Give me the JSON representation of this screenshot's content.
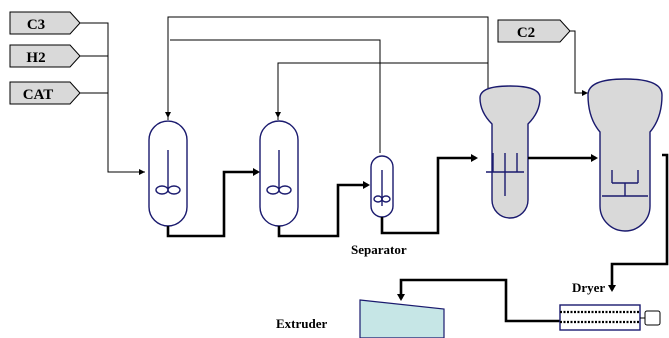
{
  "feeds": {
    "c3": "C3",
    "h2": "H2",
    "cat": "CAT",
    "c2": "C2"
  },
  "labels": {
    "separator": "Separator",
    "dryer": "Dryer",
    "extruder": "Extruder"
  },
  "colors": {
    "gas_phase_reactor_fill": "#d9d9d9",
    "extruder_fill": "#c6e6e6",
    "vessel_outline": "#1a1a6e"
  }
}
